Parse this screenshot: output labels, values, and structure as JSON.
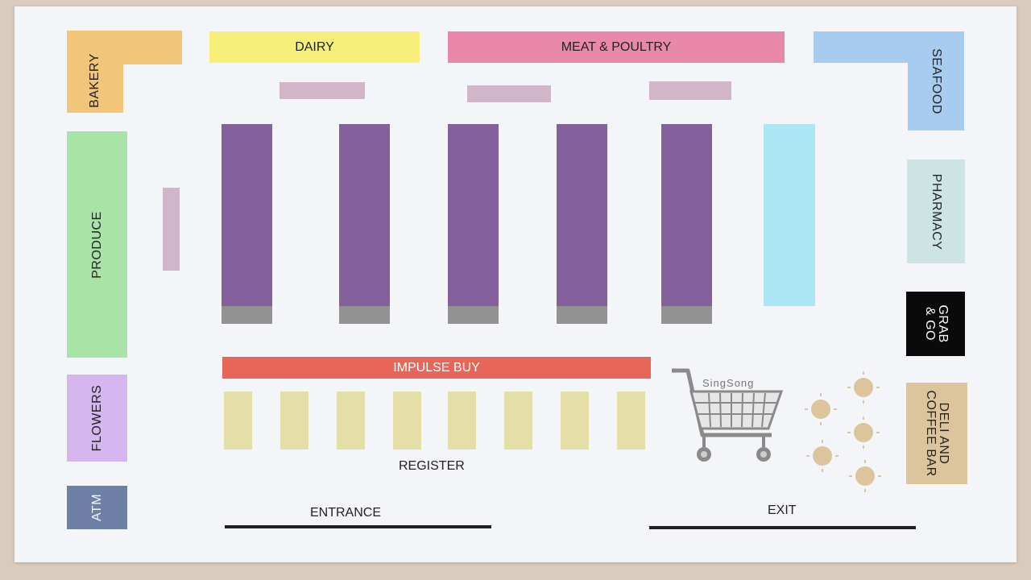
{
  "departments": {
    "bakery": "BAKERY",
    "dairy": "DAIRY",
    "meat_poultry": "MEAT & POULTRY",
    "seafood": "SEAFOOD",
    "produce": "PRODUCE",
    "pharmacy": "PHARMACY",
    "grab_go": "GRAB\n& GO",
    "flowers": "FLOWERS",
    "deli_coffee": "DELI AND\nCOFFEE BAR",
    "atm": "ATM"
  },
  "impulse_buy": "IMPULSE BUY",
  "register": "REGISTER",
  "entrance": "ENTRANCE",
  "exit": "EXIT",
  "logo": {
    "text": "SingSong"
  },
  "colors": {
    "bakery": "#f1c57a",
    "dairy": "#f8ef7a",
    "meat_poultry": "#ea88aa",
    "seafood": "#a8ccf0",
    "produce": "#a8e4a8",
    "pharmacy": "#cce4e4",
    "grab_go": "#0a0a0a",
    "flowers": "#d6b6ee",
    "deli_coffee": "#dcc59c",
    "atm": "#6e80a6",
    "impulse_buy": "#e8655a",
    "aisle": "#84609c",
    "aisle_cap": "#929292",
    "shelf": "#d1b6c9",
    "register": "#e4dfa7",
    "freezer": "#ace6f4",
    "table": "#dcc59c"
  }
}
